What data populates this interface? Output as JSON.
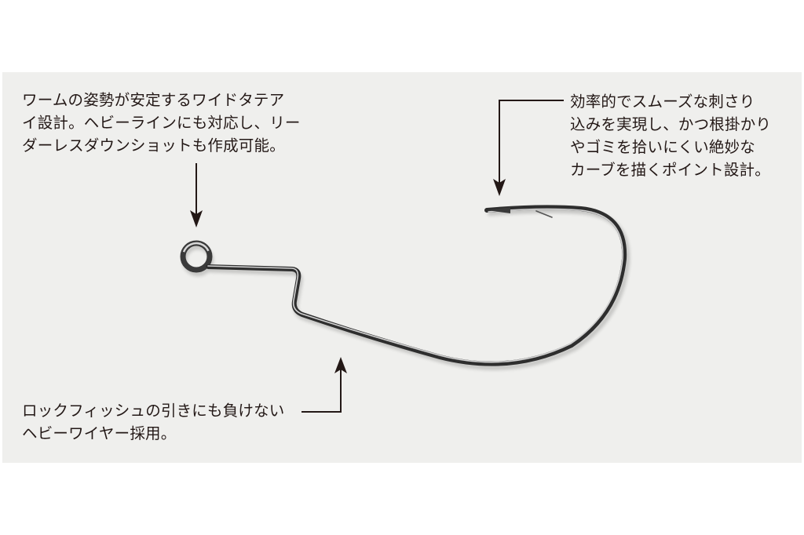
{
  "colors": {
    "panel_background": "#efefed",
    "page_background": "#ffffff",
    "text": "#231816",
    "arrow": "#231816"
  },
  "captions": {
    "eye": {
      "lines": [
        "ワームの姿勢が安定するワイドタテア",
        "イ設計。ヘビーラインにも対応し、リー",
        "ダーレスダウンショットも作成可能。"
      ]
    },
    "point": {
      "lines": [
        "効率的でスムーズな刺さり",
        "込みを実現し、かつ根掛かり",
        "やゴミを拾いにくい絶妙な",
        "カーブを描くポイント設計。"
      ]
    },
    "wire": {
      "lines": [
        "ロックフィッシュの引きにも負けない",
        "ヘビーワイヤー採用。"
      ]
    }
  },
  "image": {
    "subject": "offset worm fishing hook with wide eye",
    "icons": [
      "arrow-down-icon",
      "arrow-down-elbow-icon",
      "arrow-up-elbow-icon"
    ]
  }
}
